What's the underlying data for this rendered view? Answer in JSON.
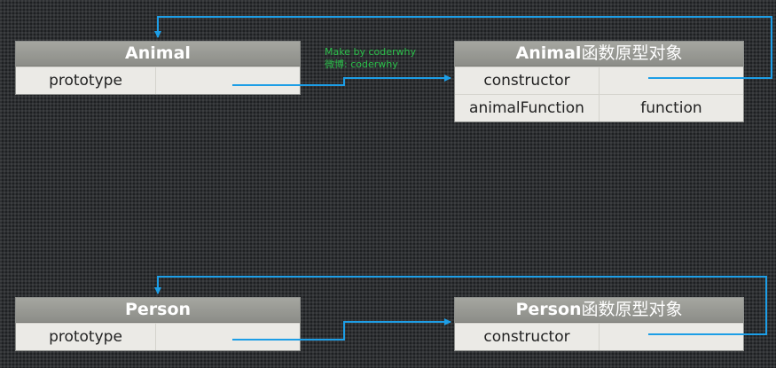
{
  "watermark": {
    "line1": "Make by coderwhy",
    "line2": "微博: coderwhy"
  },
  "animal": {
    "title": "Animal",
    "rows": [
      {
        "key": "prototype",
        "value": ""
      }
    ]
  },
  "animal_proto": {
    "title_en": "Animal",
    "title_zh": "函数原型对象",
    "rows": [
      {
        "key": "constructor",
        "value": ""
      },
      {
        "key": "animalFunction",
        "value": "function"
      }
    ]
  },
  "person": {
    "title": "Person",
    "rows": [
      {
        "key": "prototype",
        "value": ""
      }
    ]
  },
  "person_proto": {
    "title_en": "Person",
    "title_zh": "函数原型对象",
    "rows": [
      {
        "key": "constructor",
        "value": ""
      }
    ]
  },
  "colors": {
    "arrow": "#1d9ee6",
    "watermark": "#2bbf4a"
  }
}
